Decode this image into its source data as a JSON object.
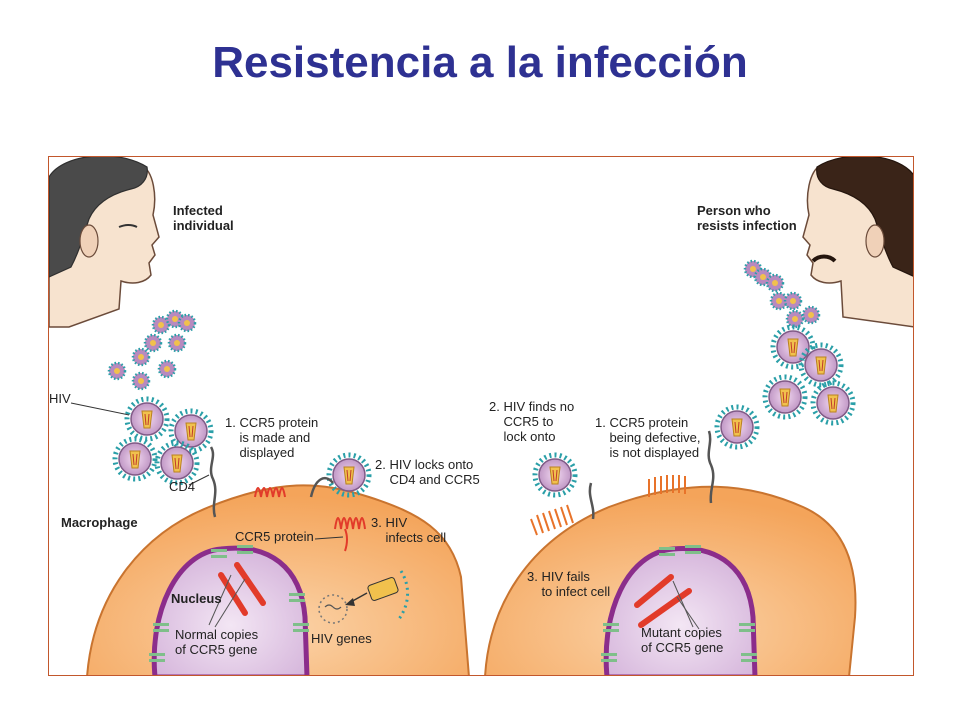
{
  "title": "Resistencia a la infección",
  "left": {
    "person_label": "Infected\nindividual",
    "hiv_label": "HIV",
    "cd4_label": "CD4",
    "macrophage_label": "Macrophage",
    "step1": "1. CCR5 protein\n    is made and\n    displayed",
    "step2": "2. HIV locks onto\n    CD4 and CCR5",
    "step3": "3. HIV\n    infects cell",
    "ccr5_protein_label": "CCR5 protein",
    "nucleus_label": "Nucleus",
    "normal_copies_label": "Normal copies\nof CCR5 gene",
    "hiv_genes_label": "HIV genes"
  },
  "right": {
    "person_label": "Person who\nresists infection",
    "step2": "2. HIV finds no\n    CCR5 to\n    lock onto",
    "step1": "1. CCR5 protein\n    being defective,\n    is not displayed",
    "step3": "3. HIV fails\n    to infect cell",
    "mutant_copies_label": "Mutant copies\nof CCR5 gene"
  },
  "colors": {
    "title": "#2e3192",
    "cell": "#f4a45a",
    "cell_outline": "#c9742f",
    "nucleus": "#e1c7e6",
    "nucleus_border": "#8b2d8b",
    "pore": "#7fbf8a",
    "ccr5": "#e23b2a",
    "virus_spike": "#2a9fa8",
    "virus_core": "#c8a0cc",
    "frame": "#c2572c"
  }
}
